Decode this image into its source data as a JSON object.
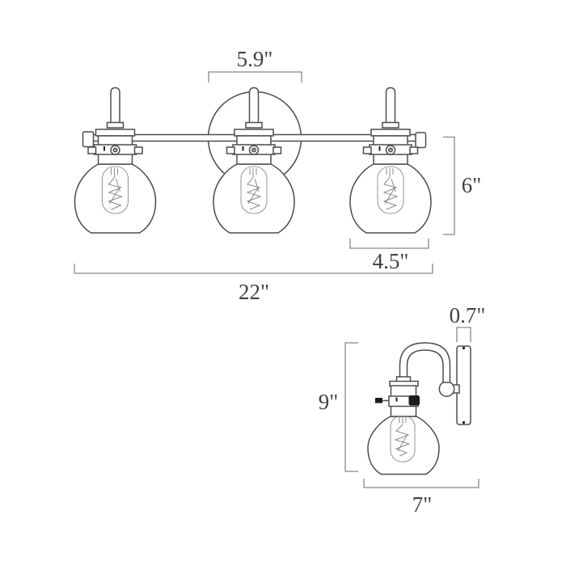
{
  "diagram": {
    "kind": "wall-vanity-light dimension drawing",
    "colors": {
      "background": "#ffffff",
      "drawing_line": "#4d4d4f",
      "dimension_line": "#85878a",
      "text": "#414042"
    },
    "front_view": {
      "dim_backplate_width": "5.9\"",
      "dim_lamp_height": "6\"",
      "dim_shade_width": "4.5\"",
      "dim_total_width": "22\""
    },
    "side_view": {
      "dim_backplate_depth": "0.7\"",
      "dim_total_height": "9\"",
      "dim_projection": "7\""
    }
  }
}
